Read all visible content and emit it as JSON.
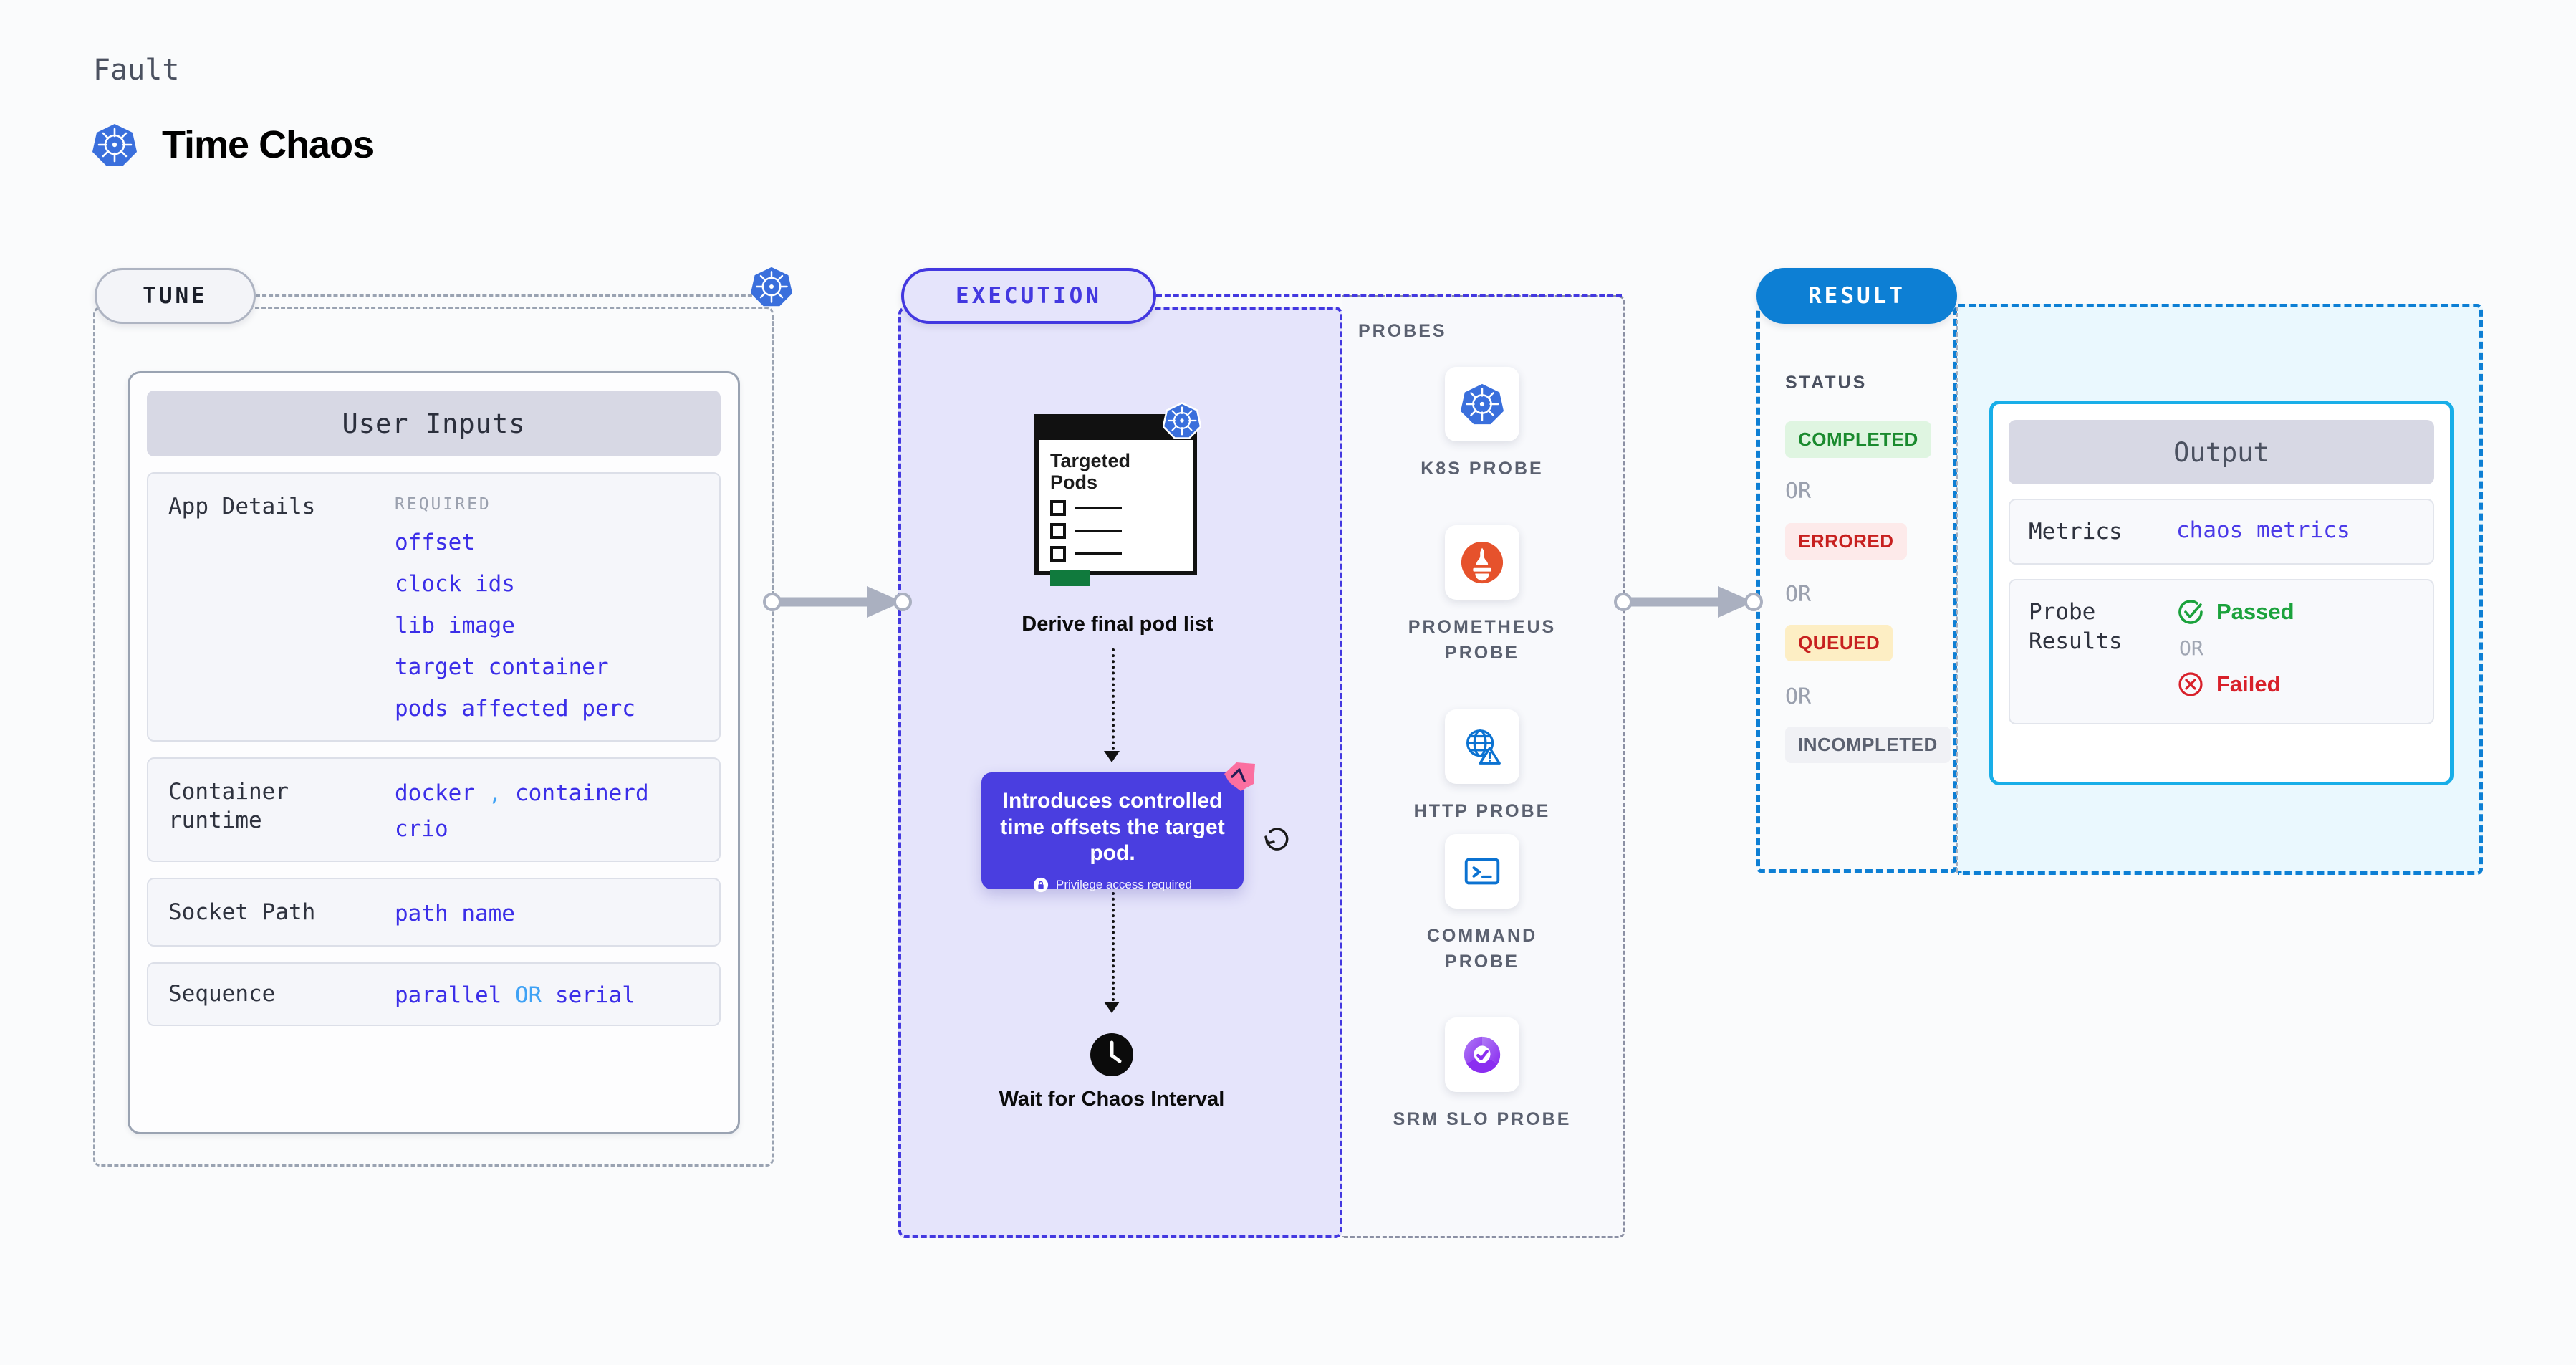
{
  "header": {
    "kicker": "Fault",
    "title": "Time Chaos",
    "logo_icon": "kubernetes-icon"
  },
  "colors": {
    "tune_border": "#9aa3b2",
    "execution": "#4338e0",
    "execution_fill": "#e5e4fb",
    "result": "#0d7fd4",
    "result_fill": "#eaf8fe",
    "output_border": "#18aee8",
    "value_blue": "#3b2ee8",
    "separator_blue": "#3fa2f5",
    "pass_green": "#1ba23c",
    "fail_red": "#d8202a",
    "sticker_pink": "#fb6fa0"
  },
  "tune": {
    "chip_label": "TUNE",
    "k8s_badge_icon": "kubernetes-icon",
    "card": {
      "header": "User Inputs",
      "rows": [
        {
          "key": "App Details",
          "required_label": "REQUIRED",
          "values": [
            "offset",
            "clock ids",
            "lib image",
            "target container",
            "pods affected perc"
          ]
        },
        {
          "key": "Container runtime",
          "values": [
            "docker , containerd",
            "crio"
          ],
          "value_parts": [
            [
              {
                "t": "docker",
                "c": "value"
              },
              {
                "t": ",",
                "c": "sep"
              },
              {
                "t": "containerd",
                "c": "value"
              }
            ],
            [
              {
                "t": "crio",
                "c": "value"
              }
            ]
          ]
        },
        {
          "key": "Socket Path",
          "values": [
            "path name"
          ],
          "value_parts": [
            [
              {
                "t": "path name",
                "c": "value"
              }
            ]
          ]
        },
        {
          "key": "Sequence",
          "values": [
            "parallel OR serial"
          ],
          "value_parts": [
            [
              {
                "t": "parallel",
                "c": "value"
              },
              {
                "t": "OR",
                "c": "sep"
              },
              {
                "t": "serial",
                "c": "value"
              }
            ]
          ]
        }
      ]
    }
  },
  "execution": {
    "chip_label": "EXECUTION",
    "flow": {
      "pods_card": {
        "title": "Targeted Pods",
        "k8s_badge_icon": "kubernetes-icon",
        "checkbox_rows": 3,
        "progress_icon": "green-bar"
      },
      "derive_label": "Derive final pod list",
      "callout": {
        "text": "Introduces controlled time offsets the target pod.",
        "badge_label": "Privilege access required",
        "badge_icon": "lock-icon",
        "sticker_icon": "pink-arrow-sticker",
        "refresh_icon": "refresh-icon"
      },
      "wait_step": {
        "icon": "clock-icon",
        "label": "Wait for Chaos Interval"
      }
    },
    "probes": {
      "label": "PROBES",
      "items": [
        {
          "name": "K8S PROBE",
          "icon": "kubernetes-icon"
        },
        {
          "name": "PROMETHEUS PROBE",
          "icon": "prometheus-icon"
        },
        {
          "name": "HTTP PROBE",
          "icon": "http-globe-warning-icon"
        },
        {
          "name": "COMMAND PROBE",
          "icon": "terminal-icon"
        },
        {
          "name": "SRM SLO PROBE",
          "icon": "srm-slo-donut-check-icon"
        }
      ]
    }
  },
  "result": {
    "chip_label": "RESULT",
    "status_label": "STATUS",
    "or_label": "OR",
    "statuses": [
      {
        "label": "COMPLETED",
        "fg": "#1a8a2e",
        "bg": "#dff5e1"
      },
      {
        "label": "ERRORED",
        "fg": "#c7201f",
        "bg": "#fdeaea"
      },
      {
        "label": "QUEUED",
        "fg": "#c7201f",
        "bg": "#fdeec4"
      },
      {
        "label": "INCOMPLETED",
        "fg": "#5b6170",
        "bg": "#f0f1f5"
      }
    ],
    "output": {
      "header": "Output",
      "metrics_key": "Metrics",
      "metrics_value": "chaos metrics",
      "probe_results_key": "Probe Results",
      "passed_label": "Passed",
      "failed_label": "Failed",
      "or_label": "OR",
      "passed_icon": "check-circle-icon",
      "failed_icon": "x-circle-icon"
    }
  }
}
